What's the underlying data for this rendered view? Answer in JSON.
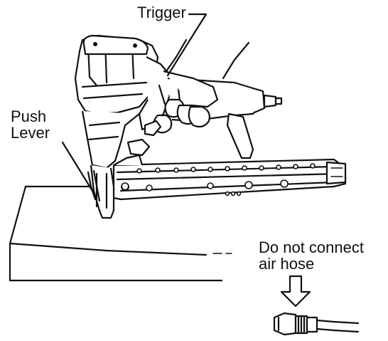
{
  "labels": {
    "trigger": "Trigger",
    "push_lever_line1": "Push",
    "push_lever_line2": "Lever",
    "warning_line1": "Do not connect",
    "warning_line2": "air hose"
  },
  "colors": {
    "ink": "#111111",
    "background": "#ffffff"
  },
  "icons": {
    "arrow": "down-arrow-icon",
    "coupler": "air-hose-coupler-icon"
  }
}
